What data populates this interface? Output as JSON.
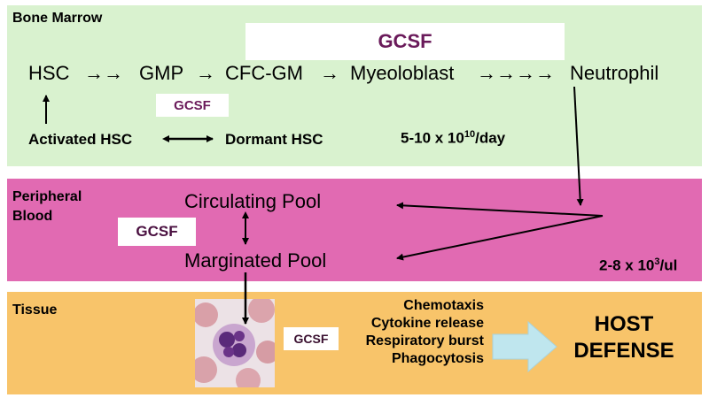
{
  "bone_marrow": {
    "label": "Bone Marrow",
    "gcsf_top": "GCSF",
    "flow": {
      "hsc": "HSC",
      "gmp": "GMP",
      "cfc_gm": "CFC-GM",
      "myeloblast": "Myeoloblast",
      "neutrophil": "Neutrophil"
    },
    "gcsf_small": "GCSF",
    "activated_hsc": "Activated HSC",
    "dormant_hsc": "Dormant HSC",
    "production_rate": "5-10 x 10",
    "production_rate_exp": "10",
    "production_rate_unit": "/day"
  },
  "peripheral_blood": {
    "label_line1": "Peripheral",
    "label_line2": "Blood",
    "circulating_pool": "Circulating Pool",
    "marginated_pool": "Marginated Pool",
    "gcsf": "GCSF",
    "count": "2-8 x 10",
    "count_exp": "3",
    "count_unit": "/ul"
  },
  "tissue": {
    "label": "Tissue",
    "gcsf": "GCSF",
    "functions": [
      "Chemotaxis",
      "Cytokine release",
      "Respiratory burst",
      "Phagocytosis"
    ],
    "host_defense_line1": "HOST",
    "host_defense_line2": "DEFENSE"
  },
  "colors": {
    "bone_marrow_bg": "#d9f2cf",
    "peripheral_blood_bg": "#e16ab2",
    "tissue_bg": "#f8c46a",
    "gcsf_text": "#6a1a5a",
    "host_arrow": "#bfe6ee"
  }
}
